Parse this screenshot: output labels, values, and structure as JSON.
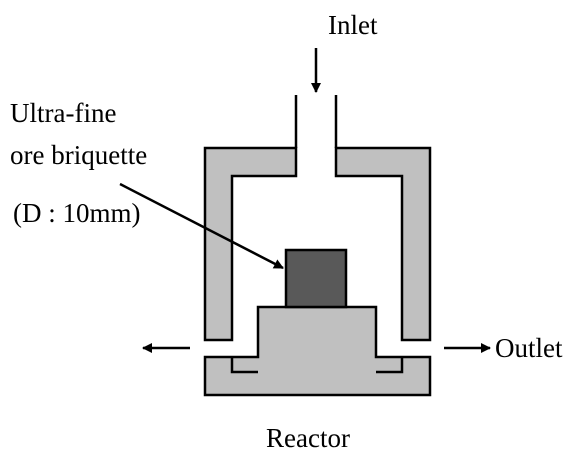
{
  "labels": {
    "inlet": "Inlet",
    "sample_line1": "Ultra-fine",
    "sample_line2": "ore briquette",
    "sample_size": "(D : 10mm)",
    "outlet": "Outlet",
    "reactor": "Reactor"
  },
  "colors": {
    "wall": "#c0c0c0",
    "briquette": "#595959",
    "stroke": "#000000",
    "background": "#ffffff"
  }
}
